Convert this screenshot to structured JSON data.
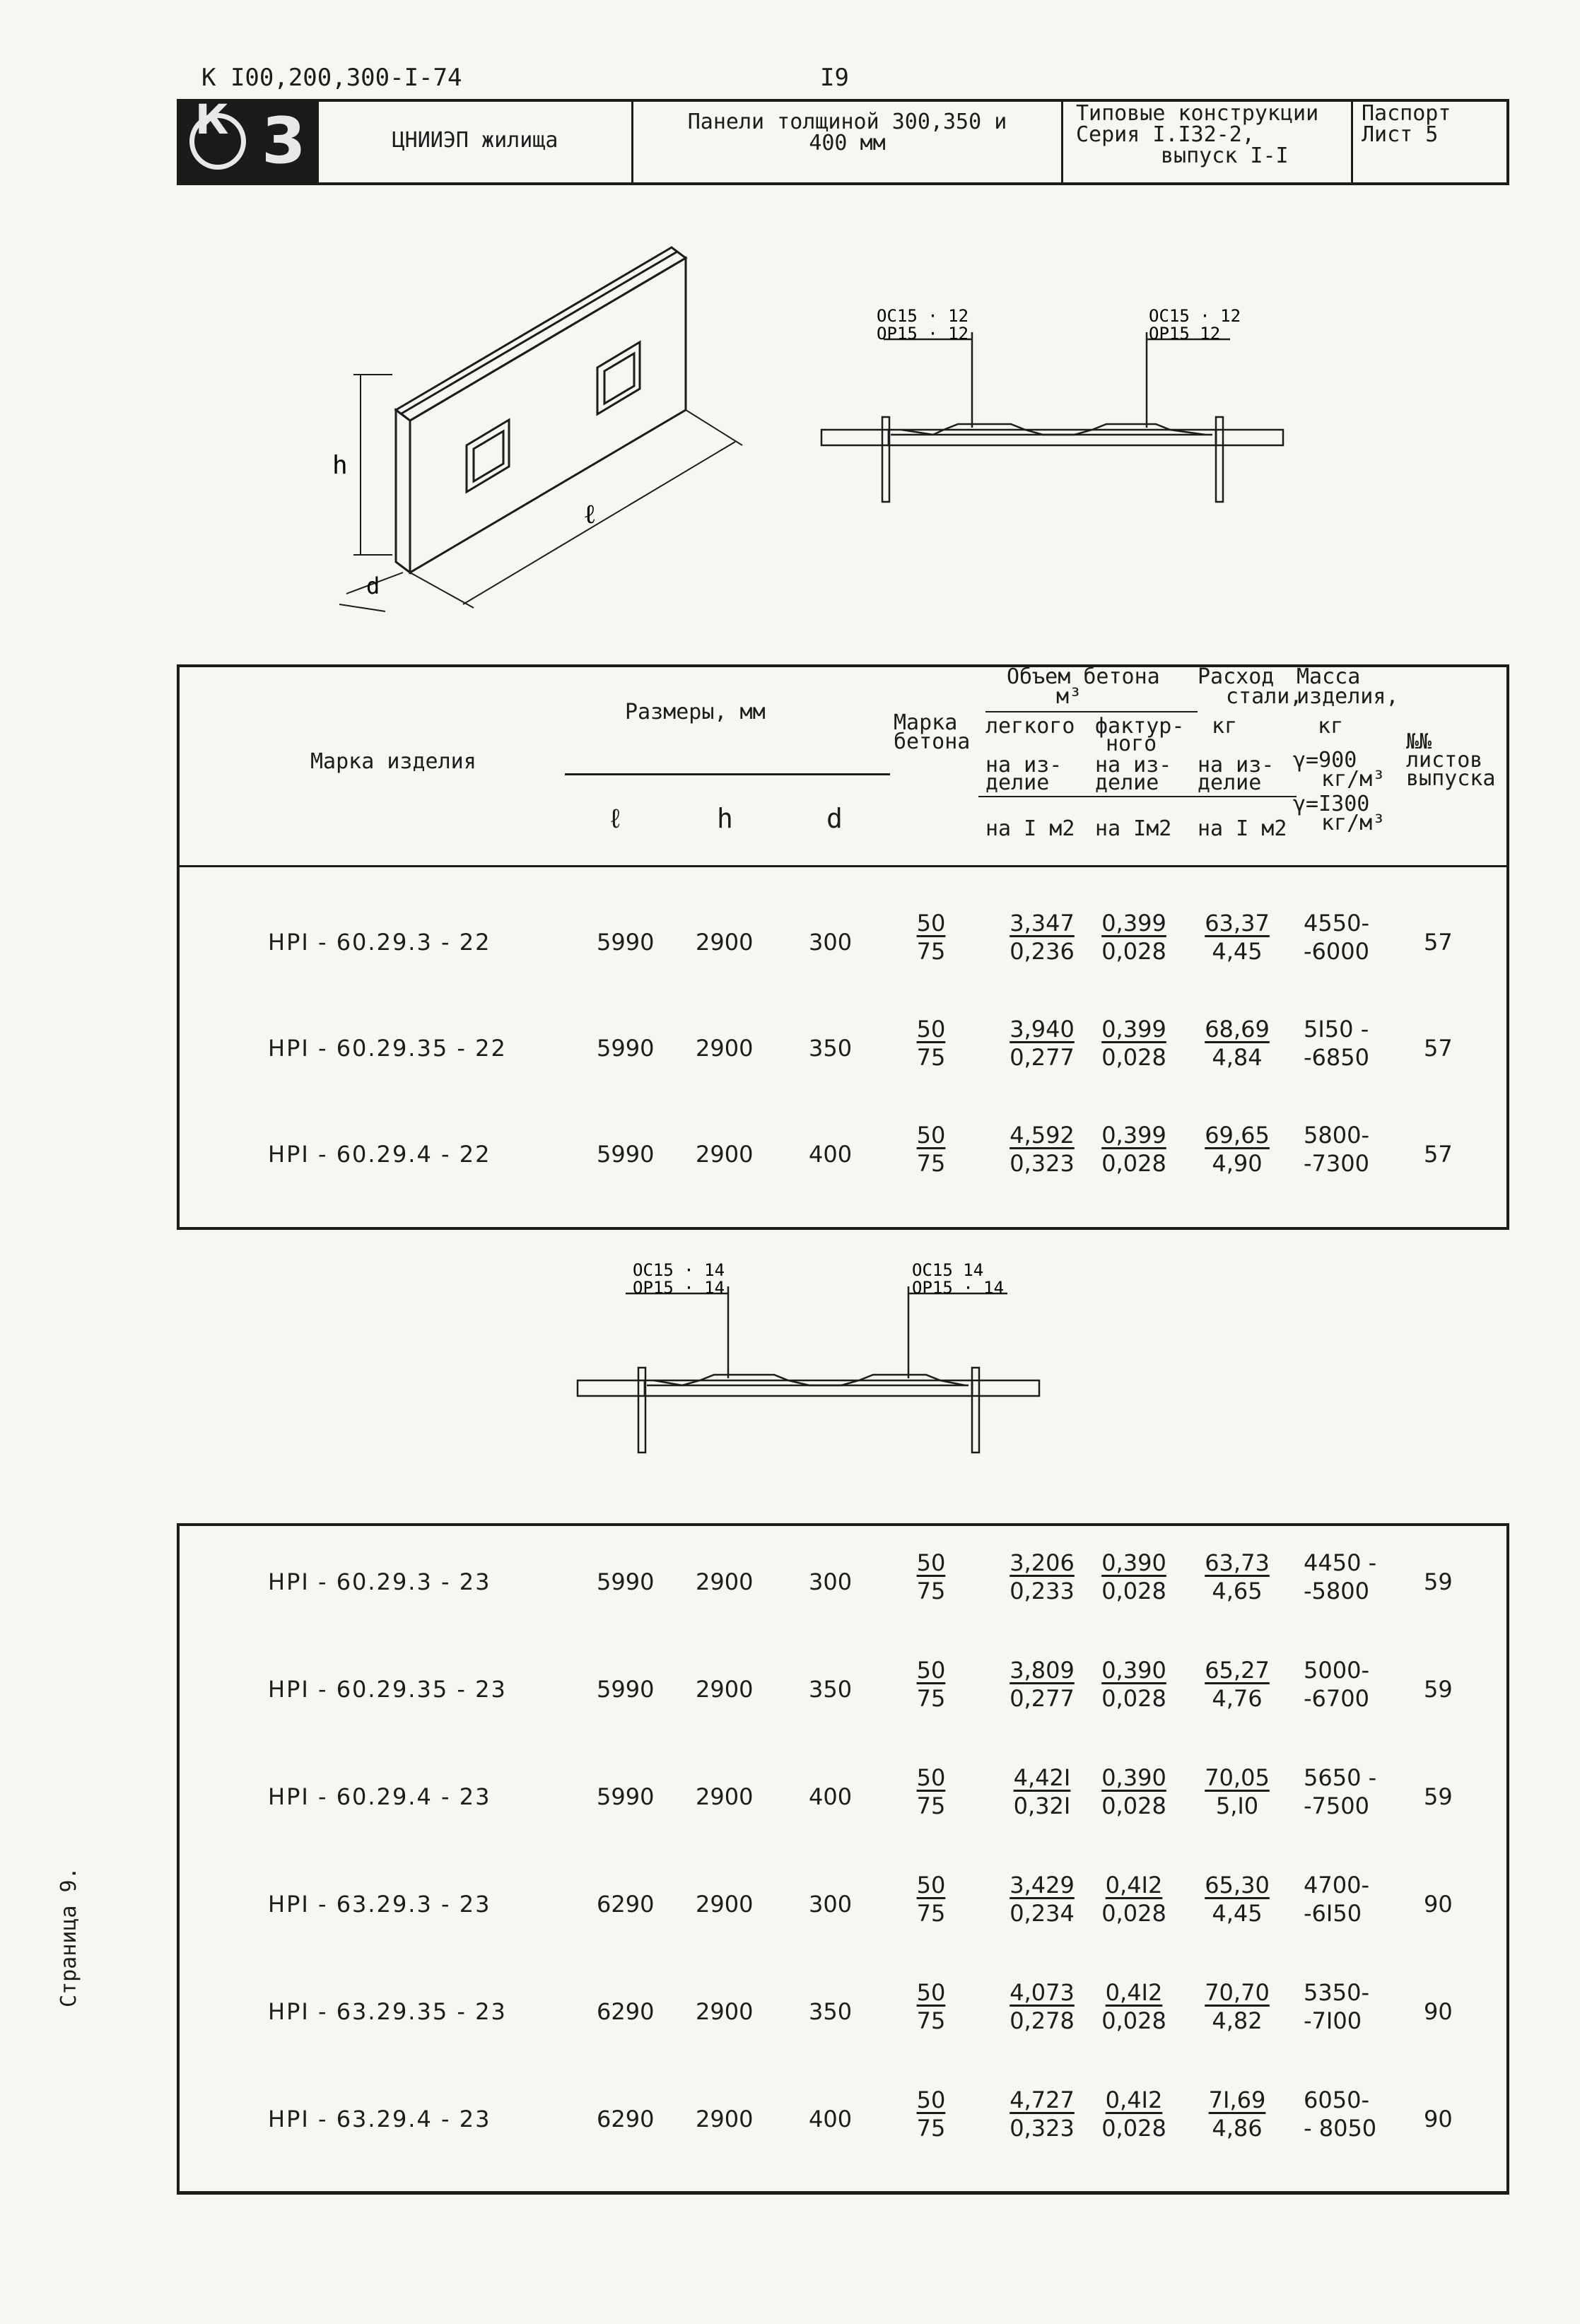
{
  "header": {
    "doc_code": "К I00,200,300-I-74",
    "page_number": "I9",
    "logo_letter": "К",
    "logo_number": "3",
    "organization": "ЦНИИЭП жилища",
    "subject_line1": "Панели толщиной 300,350 и",
    "subject_line2": "400 мм",
    "series_line1": "Типовые конструкции",
    "series_line2": "Серия I.I32-2,",
    "series_line3": "выпуск I-I",
    "passport_line1": "Паспорт",
    "passport_line2": "Лист 5"
  },
  "diagram_top": {
    "dim_h": "h",
    "dim_l": "ℓ",
    "dim_d": "d",
    "left_label_top": "ОС15 · 12",
    "left_label_bottom": "ОР15 · 12",
    "right_label_top": "ОС15 · 12",
    "right_label_bottom": "ОР15   12"
  },
  "table_header": {
    "mark": "Марка изделия",
    "sizes": "Размеры, мм",
    "col_l": "ℓ",
    "col_h": "h",
    "col_d": "d",
    "concrete_brand_1": "Марка",
    "concrete_brand_2": "бетона",
    "volume_title": "Объем бетона",
    "volume_unit": "м³",
    "light": "легкого",
    "facing_1": "фактур-",
    "facing_2": "ного",
    "per_item_1": "на из-",
    "per_item_2": "делие",
    "per_m2_light": "на I м2",
    "per_item_f1": "на из-",
    "per_item_f2": "делие",
    "per_m2_facing": "на Iм2",
    "steel_title_1": "Расход",
    "steel_title_2": "стали,",
    "steel_unit": "кг",
    "steel_per_item_1": "на из-",
    "steel_per_item_2": "делие",
    "steel_per_m2": "на I м2",
    "mass_title_1": "Масса",
    "mass_title_2": "изделия,",
    "mass_unit": "кг",
    "gamma1": "γ=900",
    "gamma1_unit": "кг/м³",
    "gamma2": "γ=I300",
    "gamma2_unit": "кг/м³",
    "sheets_1": "№№",
    "sheets_2": "листов",
    "sheets_3": "выпуска"
  },
  "rows_22": [
    {
      "mark": "НРI - 60.29.3 - 22",
      "l": "5990",
      "h": "2900",
      "d": "300",
      "brand_top": "50",
      "brand_bot": "75",
      "light_top": "3,347",
      "light_bot": "0,236",
      "fact_top": "0,399",
      "fact_bot": "0,028",
      "steel_top": "63,37",
      "steel_bot": "4,45",
      "mass_top": "4550-",
      "mass_bot": "-6000",
      "sheet": "57"
    },
    {
      "mark": "НРI - 60.29.35 - 22",
      "l": "5990",
      "h": "2900",
      "d": "350",
      "brand_top": "50",
      "brand_bot": "75",
      "light_top": "3,940",
      "light_bot": "0,277",
      "fact_top": "0,399",
      "fact_bot": "0,028",
      "steel_top": "68,69",
      "steel_bot": "4,84",
      "mass_top": "5I50 -",
      "mass_bot": "-6850",
      "sheet": "57"
    },
    {
      "mark": "НРI - 60.29.4 - 22",
      "l": "5990",
      "h": "2900",
      "d": "400",
      "brand_top": "50",
      "brand_bot": "75",
      "light_top": "4,592",
      "light_bot": "0,323",
      "fact_top": "0,399",
      "fact_bot": "0,028",
      "steel_top": "69,65",
      "steel_bot": "4,90",
      "mass_top": "5800-",
      "mass_bot": "-7300",
      "sheet": "57"
    }
  ],
  "diagram_mid": {
    "left_label_top": "ОС15 · 14",
    "left_label_bottom": "ОР15 · 14",
    "right_label_top": "ОС15  14",
    "right_label_bottom": "ОР15 · 14"
  },
  "rows_23": [
    {
      "mark": "НРI - 60.29.3 - 23",
      "l": "5990",
      "h": "2900",
      "d": "300",
      "brand_top": "50",
      "brand_bot": "75",
      "light_top": "3,206",
      "light_bot": "0,233",
      "fact_top": "0,390",
      "fact_bot": "0,028",
      "steel_top": "63,73",
      "steel_bot": "4,65",
      "mass_top": "4450 -",
      "mass_bot": "-5800",
      "sheet": "59"
    },
    {
      "mark": "НРI - 60.29.35 - 23",
      "l": "5990",
      "h": "2900",
      "d": "350",
      "brand_top": "50",
      "brand_bot": "75",
      "light_top": "3,809",
      "light_bot": "0,277",
      "fact_top": "0,390",
      "fact_bot": "0,028",
      "steel_top": "65,27",
      "steel_bot": "4,76",
      "mass_top": "5000-",
      "mass_bot": "-6700",
      "sheet": "59"
    },
    {
      "mark": "НРI - 60.29.4 - 23",
      "l": "5990",
      "h": "2900",
      "d": "400",
      "brand_top": "50",
      "brand_bot": "75",
      "light_top": "4,42I",
      "light_bot": "0,32I",
      "fact_top": "0,390",
      "fact_bot": "0,028",
      "steel_top": "70,05",
      "steel_bot": "5,I0",
      "mass_top": "5650 -",
      "mass_bot": "-7500",
      "sheet": "59"
    },
    {
      "mark": "НРI - 63.29.3 - 23",
      "l": "6290",
      "h": "2900",
      "d": "300",
      "brand_top": "50",
      "brand_bot": "75",
      "light_top": "3,429",
      "light_bot": "0,234",
      "fact_top": "0,4I2",
      "fact_bot": "0,028",
      "steel_top": "65,30",
      "steel_bot": "4,45",
      "mass_top": "4700-",
      "mass_bot": "-6I50",
      "sheet": "90"
    },
    {
      "mark": "НРI - 63.29.35 - 23",
      "l": "6290",
      "h": "2900",
      "d": "350",
      "brand_top": "50",
      "brand_bot": "75",
      "light_top": "4,073",
      "light_bot": "0,278",
      "fact_top": "0,4I2",
      "fact_bot": "0,028",
      "steel_top": "70,70",
      "steel_bot": "4,82",
      "mass_top": "5350-",
      "mass_bot": "-7I00",
      "sheet": "90"
    },
    {
      "mark": "НРI - 63.29.4 - 23",
      "l": "6290",
      "h": "2900",
      "d": "400",
      "brand_top": "50",
      "brand_bot": "75",
      "light_top": "4,727",
      "light_bot": "0,323",
      "fact_top": "0,4I2",
      "fact_bot": "0,028",
      "steel_top": "7I,69",
      "steel_bot": "4,86",
      "mass_top": "6050-",
      "mass_bot": "- 8050",
      "sheet": "90"
    }
  ],
  "side_label": "Страница 9."
}
